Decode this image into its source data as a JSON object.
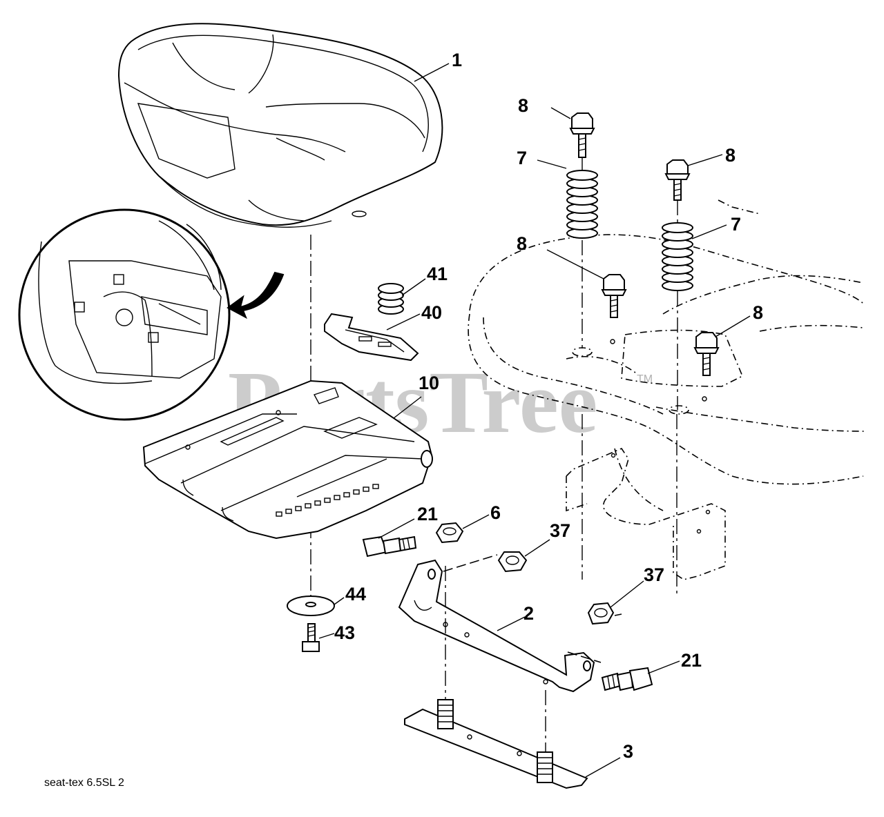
{
  "watermark": {
    "text": "PartsTree",
    "trademark": "TM"
  },
  "caption": "seat-tex  6.5SL  2",
  "callouts": {
    "c1": "1",
    "c2": "2",
    "c3": "3",
    "c6": "6",
    "c7a": "7",
    "c7b": "7",
    "c8a": "8",
    "c8b": "8",
    "c8c": "8",
    "c8d": "8",
    "c10": "10",
    "c21a": "21",
    "c21b": "21",
    "c37a": "37",
    "c37b": "37",
    "c40": "40",
    "c41": "41",
    "c43": "43",
    "c44": "44"
  }
}
